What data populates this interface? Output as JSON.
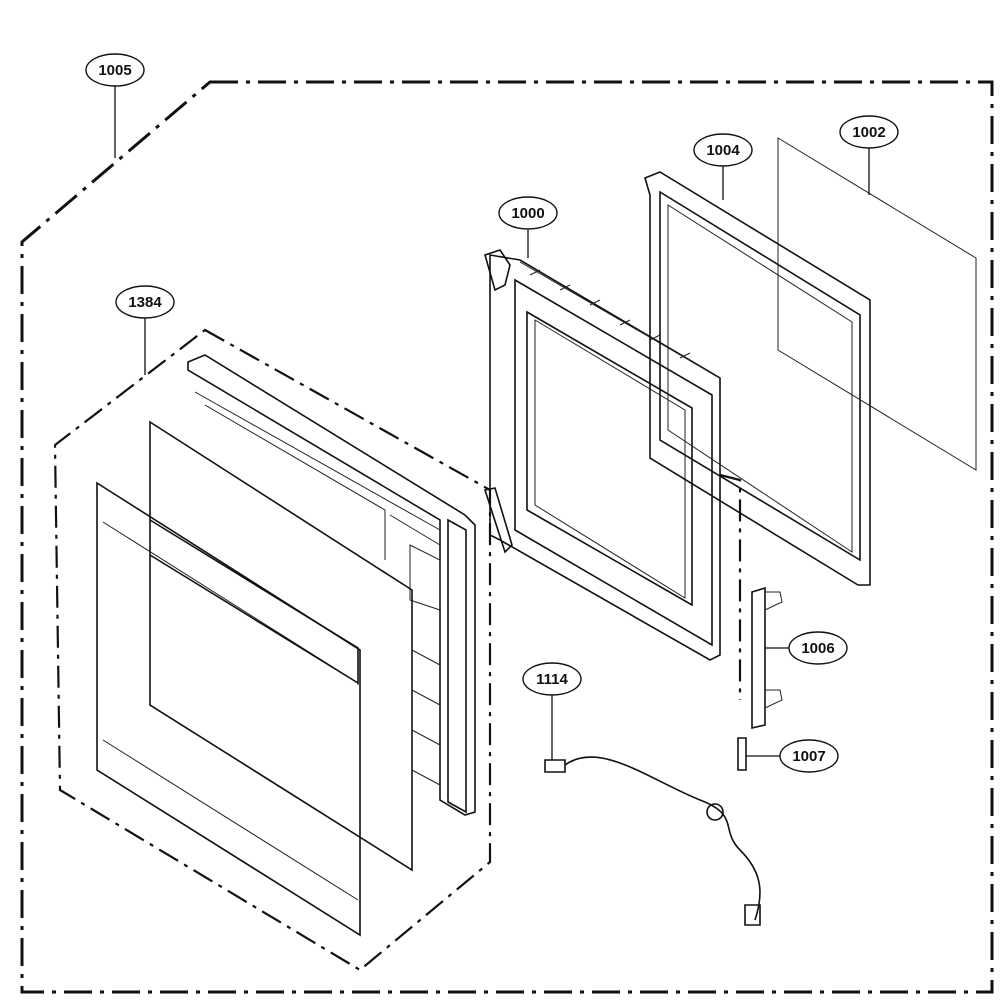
{
  "diagram": {
    "callouts": [
      {
        "id": "c1005",
        "label": "1005"
      },
      {
        "id": "c1384",
        "label": "1384"
      },
      {
        "id": "c1000",
        "label": "1000"
      },
      {
        "id": "c1004",
        "label": "1004"
      },
      {
        "id": "c1002",
        "label": "1002"
      },
      {
        "id": "c1006",
        "label": "1006"
      },
      {
        "id": "c1007",
        "label": "1007"
      },
      {
        "id": "c1114",
        "label": "1114"
      }
    ]
  }
}
